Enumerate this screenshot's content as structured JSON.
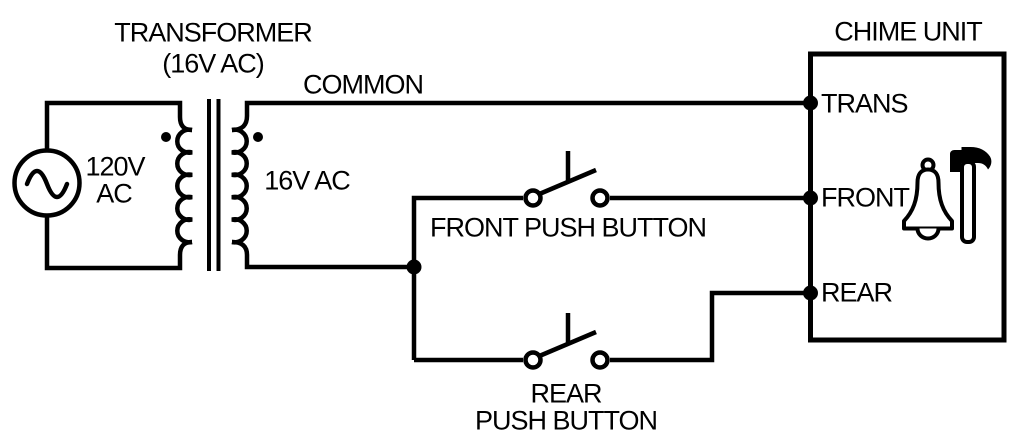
{
  "diagram": {
    "background_color": "#ffffff",
    "line_color": "#000000",
    "transformer": {
      "title": "TRANSFORMER",
      "subtitle": "(16V AC)",
      "primary_voltage_line1": "120V",
      "primary_voltage_line2": "AC",
      "secondary_voltage": "16V AC"
    },
    "common_wire_label": "COMMON",
    "front_push_button_label": "FRONT PUSH BUTTON",
    "rear_push_button_label_line1": "REAR",
    "rear_push_button_label_line2": "PUSH BUTTON",
    "chime_unit": {
      "title": "CHIME UNIT",
      "terminals": [
        {
          "label": "TRANS"
        },
        {
          "label": "FRONT"
        },
        {
          "label": "REAR"
        }
      ],
      "icons": [
        "bell-icon",
        "hammer-icon"
      ]
    }
  }
}
